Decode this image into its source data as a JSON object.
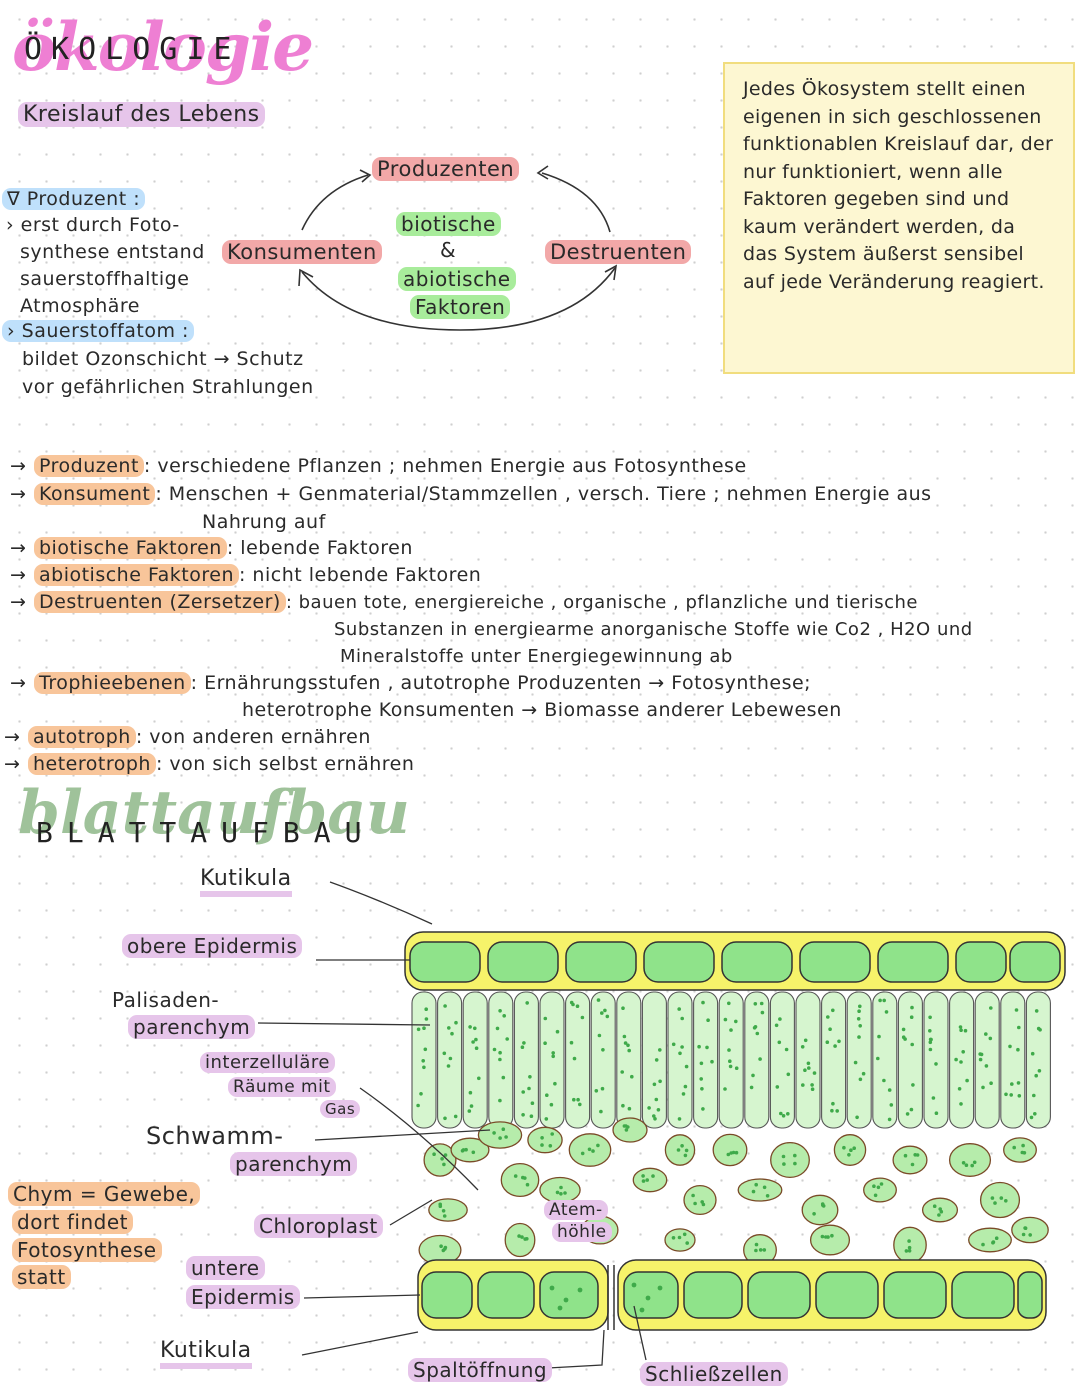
{
  "header": {
    "title_script": "ökologie",
    "title_caps": "ÖKOLOGIE",
    "subtitle": "Kreislauf des Lebens"
  },
  "left_notes": {
    "l1": "∇ Produzent :",
    "l2": "› erst durch Foto-",
    "l3": "synthese entstand",
    "l4": "sauerstoffhaltige",
    "l5": "Atmosphäre",
    "l6": "› Sauerstoffatom :",
    "l7": "bildet Ozonschicht → Schutz",
    "l8": "vor gefährlichen Strahlungen"
  },
  "cycle": {
    "produzenten": "Produzenten",
    "konsumenten": "Konsumenten",
    "destruenten": "Destruenten",
    "biotische": "biotische",
    "amp": "&",
    "abiotische": "abiotische",
    "faktoren": "Faktoren"
  },
  "note_box": {
    "text": "Jedes Ökosystem stellt einen eigenen in sich geschlossenen funktionablen Kreislauf dar, der nur funktioniert, wenn alle Faktoren gegeben sind und kaum verändert werden, da das System äußerst sensibel auf jede Veränderung reagiert."
  },
  "definitions": {
    "d1_term": "Produzent",
    "d1_text": ": verschiedene Pflanzen ; nehmen Energie aus Fotosynthese",
    "d2_term": "Konsument",
    "d2_text": ": Menschen + Genmaterial/Stammzellen , versch. Tiere ; nehmen Energie aus",
    "d2_text2": "Nahrung auf",
    "d3_term": "biotische Faktoren",
    "d3_text": ": lebende Faktoren",
    "d4_term": "abiotische Faktoren",
    "d4_text": ": nicht lebende Faktoren",
    "d5_term": "Destruenten (Zersetzer)",
    "d5_text": ": bauen tote, energiereiche , organische , pflanzliche und tierische",
    "d5_text2": "Substanzen in energiearme anorganische Stoffe wie Co2 , H2O und",
    "d5_text3": "Mineralstoffe unter Energiegewinnung ab",
    "d6_term": "Trophieebenen",
    "d6_text": ": Ernährungsstufen , autotrophe Produzenten → Fotosynthese;",
    "d6_text2": "heterotrophe Konsumenten → Biomasse anderer Lebewesen",
    "d7_term": "autotroph",
    "d7_text": ": von anderen ernähren",
    "d8_term": "heterotroph",
    "d8_text": ": von sich selbst ernähren",
    "arrow": "→"
  },
  "leaf": {
    "title_script": "blattaufbau",
    "title_caps": "BLATTAUFBAU",
    "kutikula_top": "Kutikula",
    "obere_epidermis": "obere Epidermis",
    "palisaden1": "Palisaden-",
    "palisaden2": "parenchym",
    "interz1": "interzelluläre",
    "interz2": "Räume mit",
    "interz3": "Gas",
    "schwamm1": "Schwamm-",
    "schwamm2": "parenchym",
    "chym1": "Chym = Gewebe,",
    "chym2": "dort findet",
    "chym3": "Fotosynthese",
    "chym4": "statt",
    "chloroplast": "Chloroplast",
    "atem1": "Atem-",
    "atem2": "höhle",
    "untere1": "untere",
    "untere2": "Epidermis",
    "kutikula_bottom": "Kutikula",
    "spaltoeffnung": "Spaltöffnung",
    "schliesszellen": "Schließzellen"
  },
  "colors": {
    "epidermis_yellow": "#f6f36a",
    "cell_green": "#8fe38a",
    "palisade_green": "#d6f5cf",
    "chloroplast_green": "#3faa4a",
    "note_bg": "#fdf7d2"
  }
}
